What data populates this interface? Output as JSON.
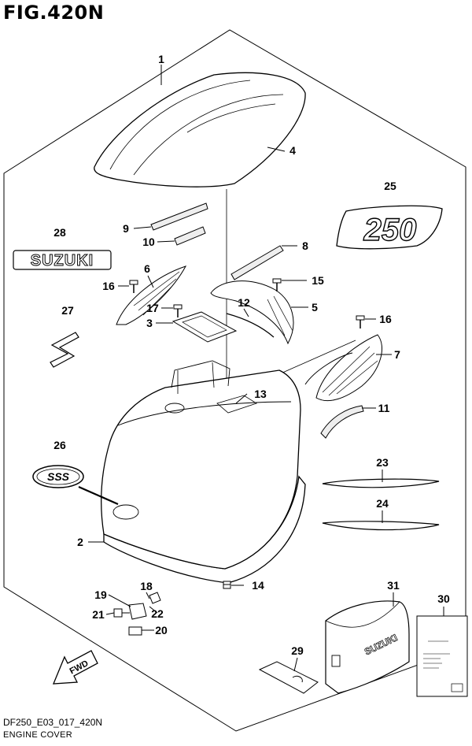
{
  "figure": {
    "title": "FIG.420N",
    "code": "DF250_E03_017_420N",
    "name": "ENGINE COVER"
  },
  "decals": {
    "model_number": "250",
    "brand": "SUZUKI",
    "cover_brand": "SUZUKI",
    "fwd": "FWD",
    "sss": "SSS"
  },
  "callouts": [
    {
      "num": "1",
      "name": "callout-1"
    },
    {
      "num": "2",
      "name": "callout-2"
    },
    {
      "num": "3",
      "name": "callout-3"
    },
    {
      "num": "4",
      "name": "callout-4"
    },
    {
      "num": "5",
      "name": "callout-5"
    },
    {
      "num": "6",
      "name": "callout-6"
    },
    {
      "num": "7",
      "name": "callout-7"
    },
    {
      "num": "8",
      "name": "callout-8"
    },
    {
      "num": "9",
      "name": "callout-9"
    },
    {
      "num": "10",
      "name": "callout-10"
    },
    {
      "num": "11",
      "name": "callout-11"
    },
    {
      "num": "12",
      "name": "callout-12"
    },
    {
      "num": "13",
      "name": "callout-13"
    },
    {
      "num": "14",
      "name": "callout-14"
    },
    {
      "num": "15",
      "name": "callout-15"
    },
    {
      "num": "16",
      "name": "callout-16-left"
    },
    {
      "num": "16",
      "name": "callout-16-right"
    },
    {
      "num": "17",
      "name": "callout-17"
    },
    {
      "num": "18",
      "name": "callout-18"
    },
    {
      "num": "19",
      "name": "callout-19"
    },
    {
      "num": "20",
      "name": "callout-20"
    },
    {
      "num": "21",
      "name": "callout-21"
    },
    {
      "num": "22",
      "name": "callout-22"
    },
    {
      "num": "23",
      "name": "callout-23"
    },
    {
      "num": "24",
      "name": "callout-24"
    },
    {
      "num": "25",
      "name": "callout-25"
    },
    {
      "num": "26",
      "name": "callout-26"
    },
    {
      "num": "27",
      "name": "callout-27"
    },
    {
      "num": "28",
      "name": "callout-28"
    },
    {
      "num": "29",
      "name": "callout-29"
    },
    {
      "num": "30",
      "name": "callout-30"
    },
    {
      "num": "31",
      "name": "callout-31"
    }
  ]
}
